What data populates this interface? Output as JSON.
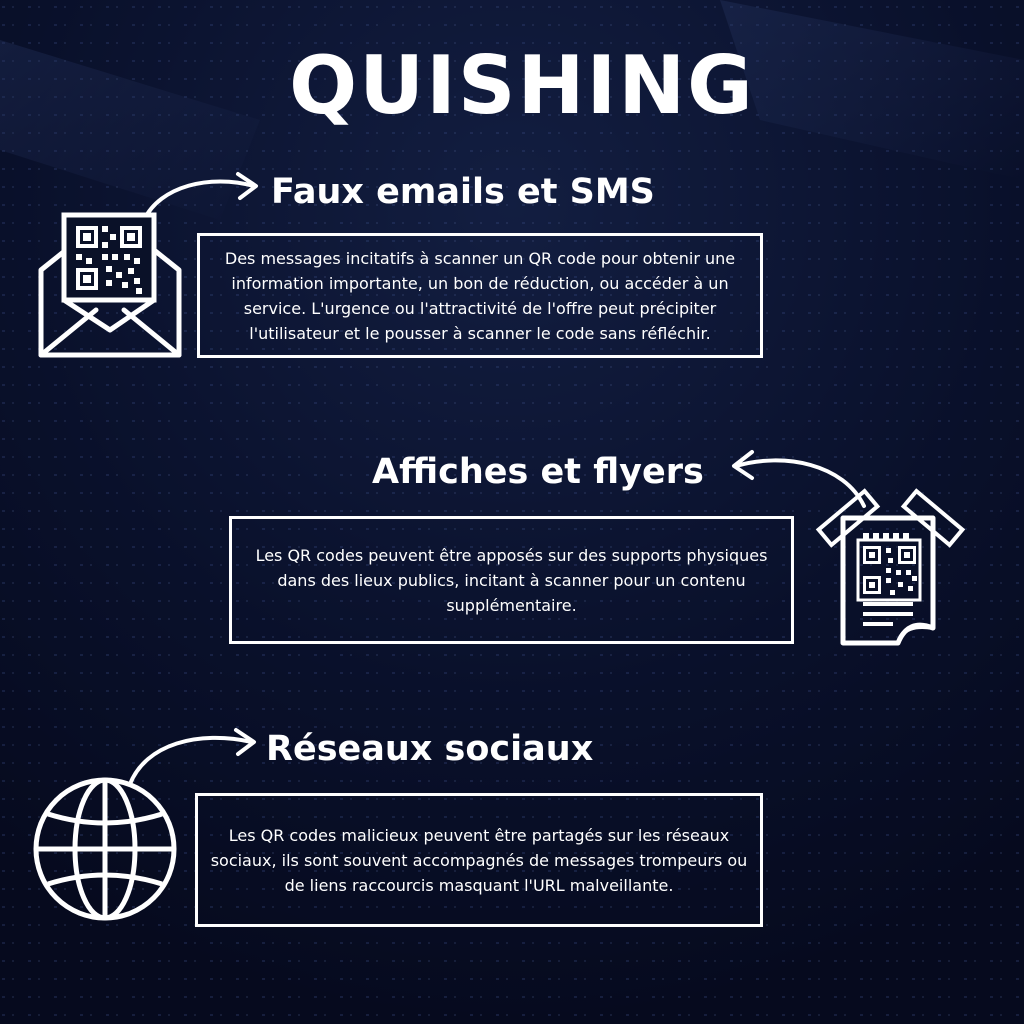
{
  "title": "QUISHING",
  "sections": [
    {
      "heading": "Faux emails et SMS",
      "text": "Des messages incitatifs à scanner un QR code pour obtenir une information importante, un bon de réduction, ou accéder à un service. L'urgence ou l'attractivité de l'offre peut précipiter l'utilisateur et le pousser à scanner le code sans réfléchir.",
      "icon": "envelope-qr-icon"
    },
    {
      "heading": "Affiches et flyers",
      "text": "Les QR codes peuvent être apposés sur des supports physiques dans des lieux publics, incitant à scanner pour un contenu supplémentaire.",
      "icon": "poster-qr-icon"
    },
    {
      "heading": "Réseaux sociaux",
      "text": "Les QR codes malicieux peuvent être partagés sur les réseaux sociaux, ils sont souvent accompagnés de messages trompeurs ou de liens raccourcis masquant l'URL malveillante.",
      "icon": "globe-icon"
    }
  ],
  "colors": {
    "background": "#0a1128",
    "foreground": "#ffffff"
  }
}
